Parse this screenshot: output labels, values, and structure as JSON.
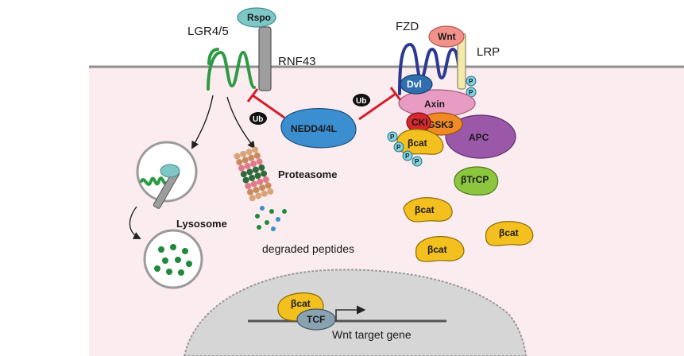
{
  "labels": {
    "rspo": "Rspo",
    "lgr": "LGR4/5",
    "rnf43": "RNF43",
    "fzd": "FZD",
    "wnt": "Wnt",
    "lrp": "LRP",
    "dvl": "Dvl",
    "axin": "Axin",
    "cki": "CKI",
    "gsk3": "GSK3",
    "apc": "APC",
    "bcat": "βcat",
    "btrcp": "βTrCP",
    "nedd": "NEDD4/4L",
    "ub": "Ub",
    "p": "P",
    "proteasome": "Proteasome",
    "lysosome": "Lysosome",
    "degraded": "degraded peptides",
    "tcf": "TCF",
    "target_gene": "Wnt target gene"
  },
  "colors": {
    "cytoplasm": "#fbecef",
    "membrane": "#8f8f8f",
    "nucleus": "#d6d6d6",
    "receptor_green": "#2e9a45",
    "fzd_blue": "#2b3990",
    "rspo": "#7fc7c6",
    "wnt": "#f2908a",
    "nedd": "#3b8fd0",
    "bcat": "#f3c020",
    "axin": "#e89cc4",
    "apc": "#9b57a8",
    "dvl": "#2f6fb0",
    "cki": "#d8282f",
    "gsk3": "#f08a24",
    "btrcp": "#8cc63f",
    "tcf": "#8aa2b0",
    "inhibit": "#d0202a"
  }
}
